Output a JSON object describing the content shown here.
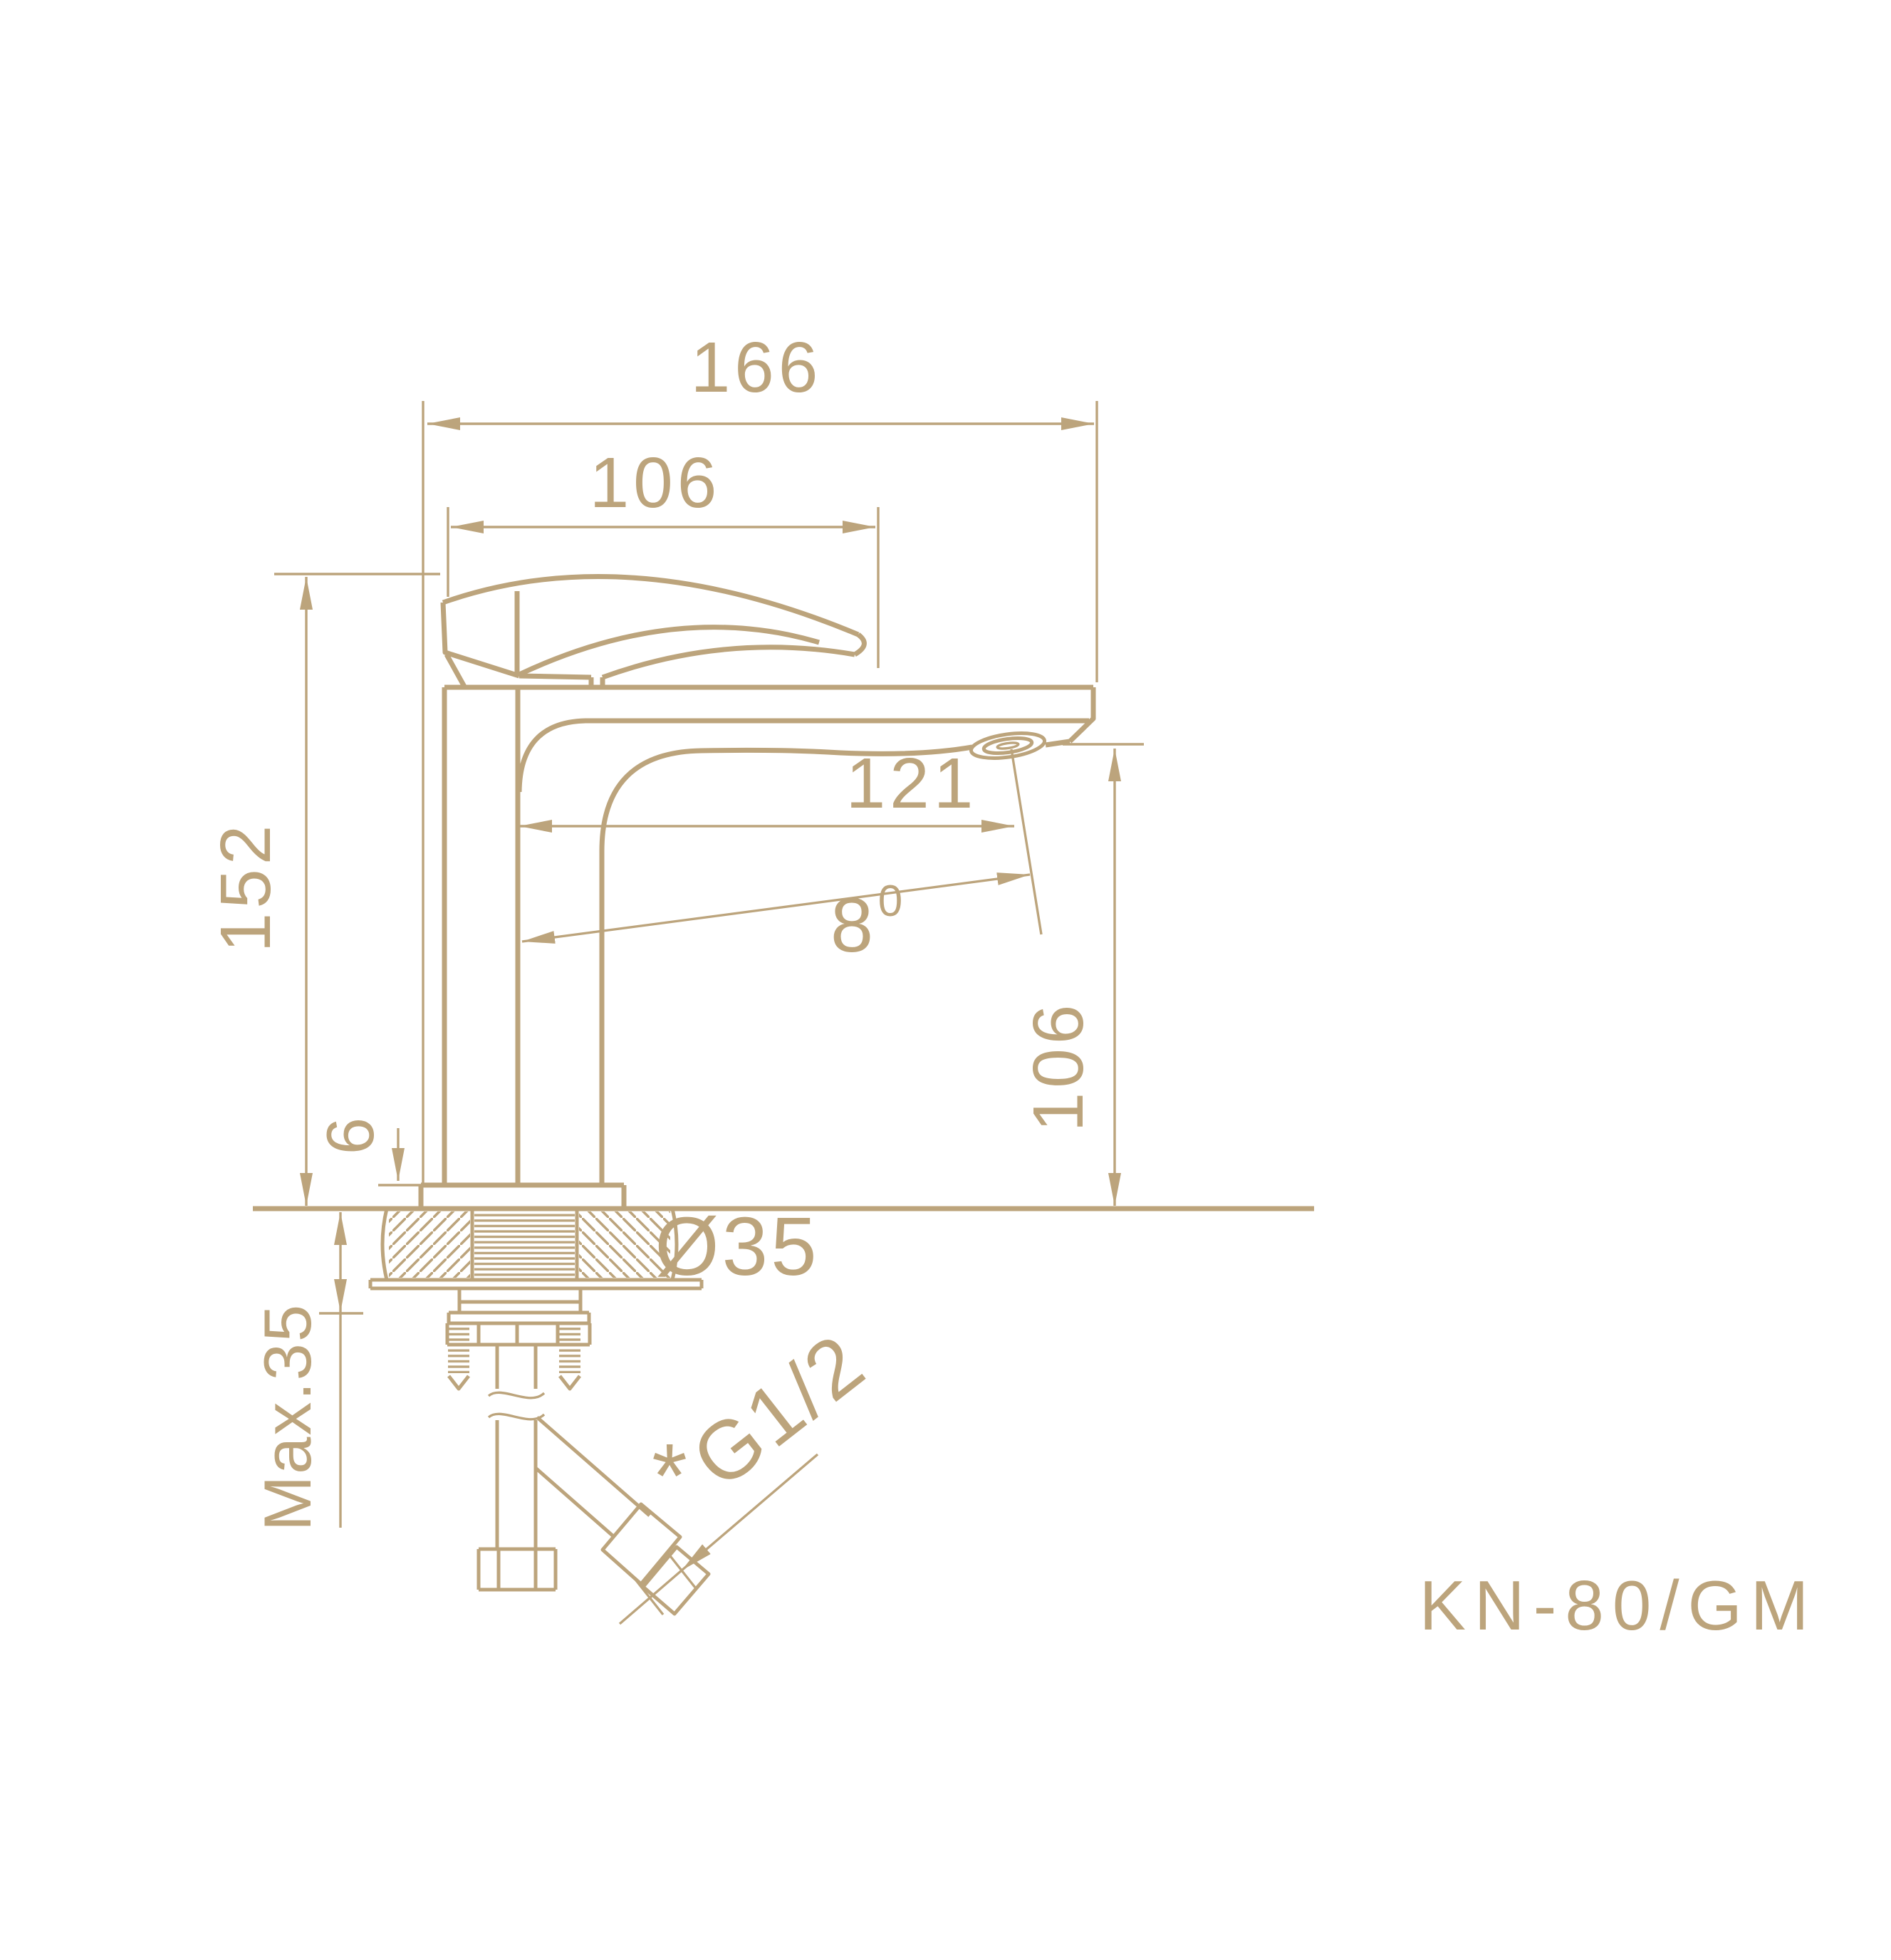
{
  "drawing": {
    "model": "KN-80/GM",
    "colors": {
      "ink": "#BCA47C",
      "background": "#FFFFFF"
    },
    "dims": {
      "width_overall": "166",
      "width_handle": "106",
      "height_body": "152",
      "base_plate_height": "6",
      "max_mount_thickness": "Max.35",
      "spout_reach": "121",
      "spout_angle": "8",
      "spout_angle_degree": "0",
      "outlet_height": "106",
      "hole_diameter": "Ø35",
      "thread_note_mark": "*",
      "thread_size": "G1/2"
    }
  }
}
